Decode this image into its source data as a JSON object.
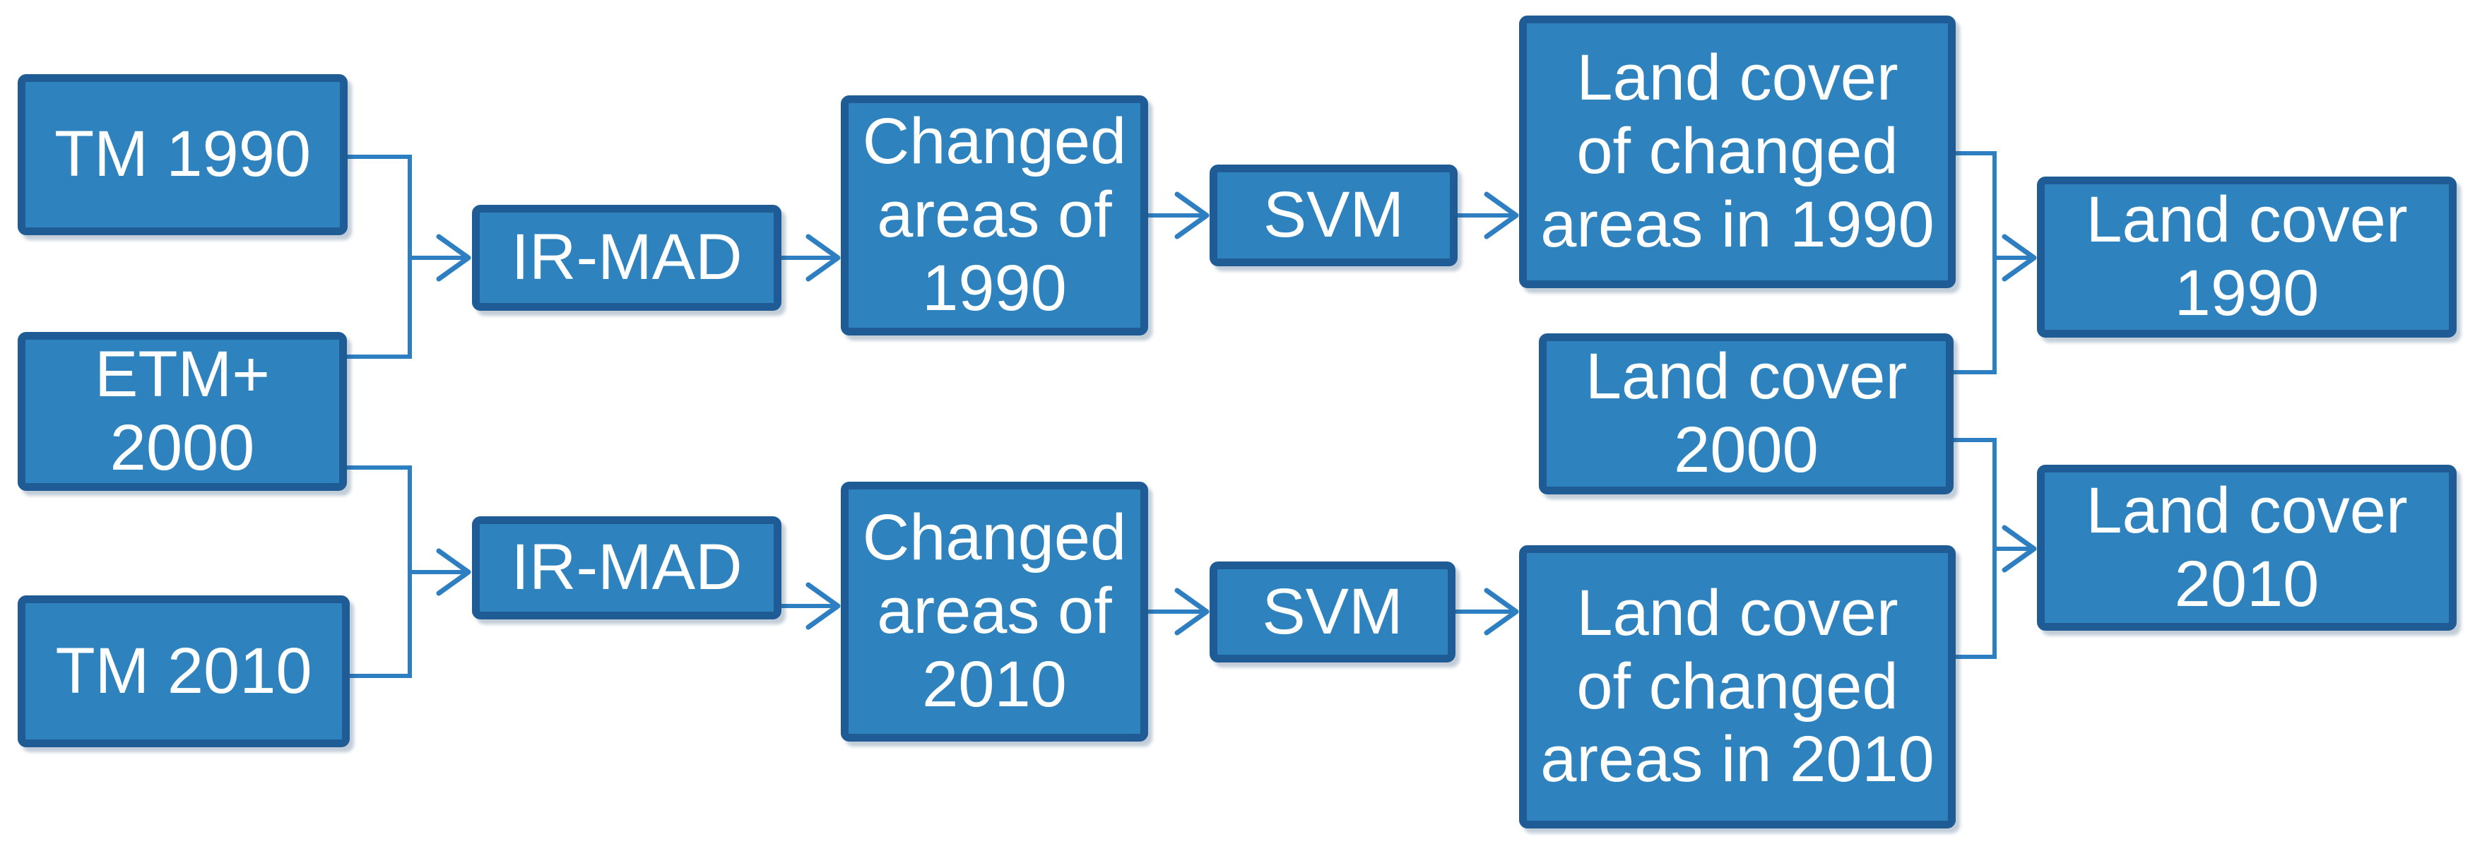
{
  "diagram": {
    "type": "flowchart",
    "colors": {
      "background": "#ffffff",
      "box_fill": "#2e82be",
      "box_border": "#1f5c96",
      "connector": "#2e7fc1",
      "text": "#ffffff"
    },
    "nodes": [
      {
        "id": "tm-1990",
        "label": "TM 1990"
      },
      {
        "id": "etm-2000",
        "label": "ETM+\n2000"
      },
      {
        "id": "tm-2010",
        "label": "TM 2010"
      },
      {
        "id": "ir-mad-top",
        "label": "IR-MAD"
      },
      {
        "id": "ir-mad-bottom",
        "label": "IR-MAD"
      },
      {
        "id": "changed-areas-1990",
        "label": "Changed\nareas of\n1990"
      },
      {
        "id": "changed-areas-2010",
        "label": "Changed\nareas of\n2010"
      },
      {
        "id": "svm-top",
        "label": "SVM"
      },
      {
        "id": "svm-bottom",
        "label": "SVM"
      },
      {
        "id": "land-cover-changed-1990",
        "label": "Land cover\nof changed\nareas in 1990"
      },
      {
        "id": "land-cover-2000",
        "label": "Land cover\n2000"
      },
      {
        "id": "land-cover-changed-2010",
        "label": "Land cover\nof changed\nareas in 2010"
      },
      {
        "id": "land-cover-1990",
        "label": "Land cover\n1990"
      },
      {
        "id": "land-cover-2010",
        "label": "Land cover\n2010"
      }
    ],
    "edges": [
      {
        "id": "merge-tm1990-etm2000-to-ir-mad-top",
        "sources": [
          "tm-1990",
          "etm-2000"
        ],
        "target": "ir-mad-top"
      },
      {
        "id": "merge-etm2000-tm2010-to-ir-mad-bottom",
        "sources": [
          "etm-2000",
          "tm-2010"
        ],
        "target": "ir-mad-bottom"
      },
      {
        "id": "ir-mad-top-to-changed-areas-1990",
        "sources": [
          "ir-mad-top"
        ],
        "target": "changed-areas-1990"
      },
      {
        "id": "changed-areas-1990-to-svm-top",
        "sources": [
          "changed-areas-1990"
        ],
        "target": "svm-top"
      },
      {
        "id": "svm-top-to-land-cover-changed-1990",
        "sources": [
          "svm-top"
        ],
        "target": "land-cover-changed-1990"
      },
      {
        "id": "ir-mad-bottom-to-changed-areas-2010",
        "sources": [
          "ir-mad-bottom"
        ],
        "target": "changed-areas-2010"
      },
      {
        "id": "changed-areas-2010-to-svm-bottom",
        "sources": [
          "changed-areas-2010"
        ],
        "target": "svm-bottom"
      },
      {
        "id": "svm-bottom-to-land-cover-changed-2010",
        "sources": [
          "svm-bottom"
        ],
        "target": "land-cover-changed-2010"
      },
      {
        "id": "merge-changed1990-lc2000-to-land-cover-1990",
        "sources": [
          "land-cover-changed-1990",
          "land-cover-2000"
        ],
        "target": "land-cover-1990"
      },
      {
        "id": "merge-lc2000-changed2010-to-land-cover-2010",
        "sources": [
          "land-cover-2000",
          "land-cover-changed-2010"
        ],
        "target": "land-cover-2010"
      }
    ]
  }
}
